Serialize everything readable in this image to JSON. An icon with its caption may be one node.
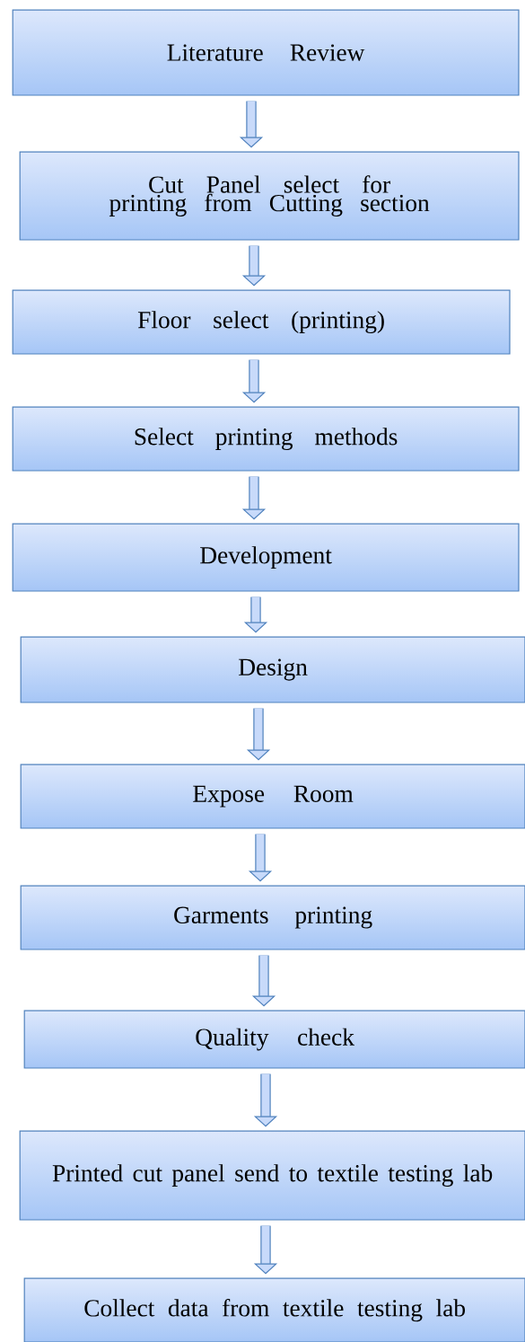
{
  "diagram": {
    "nodes": [
      {
        "text": [
          "Literature Review"
        ]
      },
      {
        "text": [
          "Cut Panel select for printing from Cutting section"
        ]
      },
      {
        "text": [
          "Floor select (printing)"
        ]
      },
      {
        "text": [
          "Select printing methods"
        ]
      },
      {
        "text": [
          "Development"
        ]
      },
      {
        "text": [
          "Design"
        ]
      },
      {
        "text": [
          "Expose Room"
        ]
      },
      {
        "text": [
          "Garments printing"
        ]
      },
      {
        "text": [
          "Quality check"
        ]
      },
      {
        "text": [
          "Printed cut panel send to textile testing lab"
        ]
      },
      {
        "text": [
          "Collect data from textile testing lab"
        ]
      }
    ],
    "edges": [
      {
        "from": 0,
        "to": 1,
        "arrow": "to"
      },
      {
        "from": 1,
        "to": 2,
        "arrow": "to"
      },
      {
        "from": 2,
        "to": 3,
        "arrow": "to"
      },
      {
        "from": 3,
        "to": 4,
        "arrow": "to"
      },
      {
        "from": 4,
        "to": 5,
        "arrow": "to"
      },
      {
        "from": 5,
        "to": 6,
        "arrow": "to"
      },
      {
        "from": 6,
        "to": 7,
        "arrow": "to"
      },
      {
        "from": 7,
        "to": 8,
        "arrow": "to"
      },
      {
        "from": 8,
        "to": 9,
        "arrow": "to"
      },
      {
        "from": 9,
        "to": 10,
        "arrow": "to"
      }
    ]
  }
}
